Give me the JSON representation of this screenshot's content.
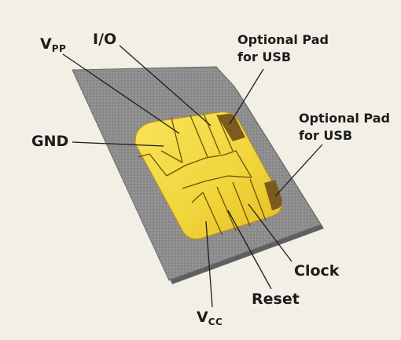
{
  "labels": {
    "vpp": {
      "main": "V",
      "sub": "PP"
    },
    "io": "I/O",
    "usb_top": {
      "line1": "Optional Pad",
      "line2": "for USB"
    },
    "usb_right": {
      "line1": "Optional Pad",
      "line2": "for USB"
    },
    "gnd": "GND",
    "clock": "Clock",
    "reset": "Reset",
    "vcc": {
      "main": "V",
      "sub": "CC"
    }
  },
  "colors": {
    "background": "#f2f0e6",
    "card": "#8c8c8c",
    "chip": "#f2d93a",
    "usb_pad": "#7d5a1e",
    "leader_line": "#1c1c1c"
  }
}
